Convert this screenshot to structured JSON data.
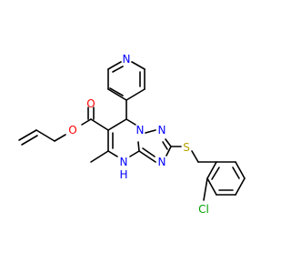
{
  "colors": {
    "background": "#ffffff",
    "bond": "#000000",
    "oxygen": "#ff0000",
    "nitrogen": "#0000ff",
    "sulfur": "#b8a200",
    "chlorine": "#00a000"
  },
  "atom_labels": {
    "o_carbonyl": "O",
    "o_ester": "O",
    "n_pyridine": "N",
    "n_triazole_1": "N",
    "n_triazole_2": "N",
    "n_triazole_3": "N",
    "nh": "N",
    "h_nh": "H",
    "s_thioether": "S",
    "cl": "Cl"
  }
}
